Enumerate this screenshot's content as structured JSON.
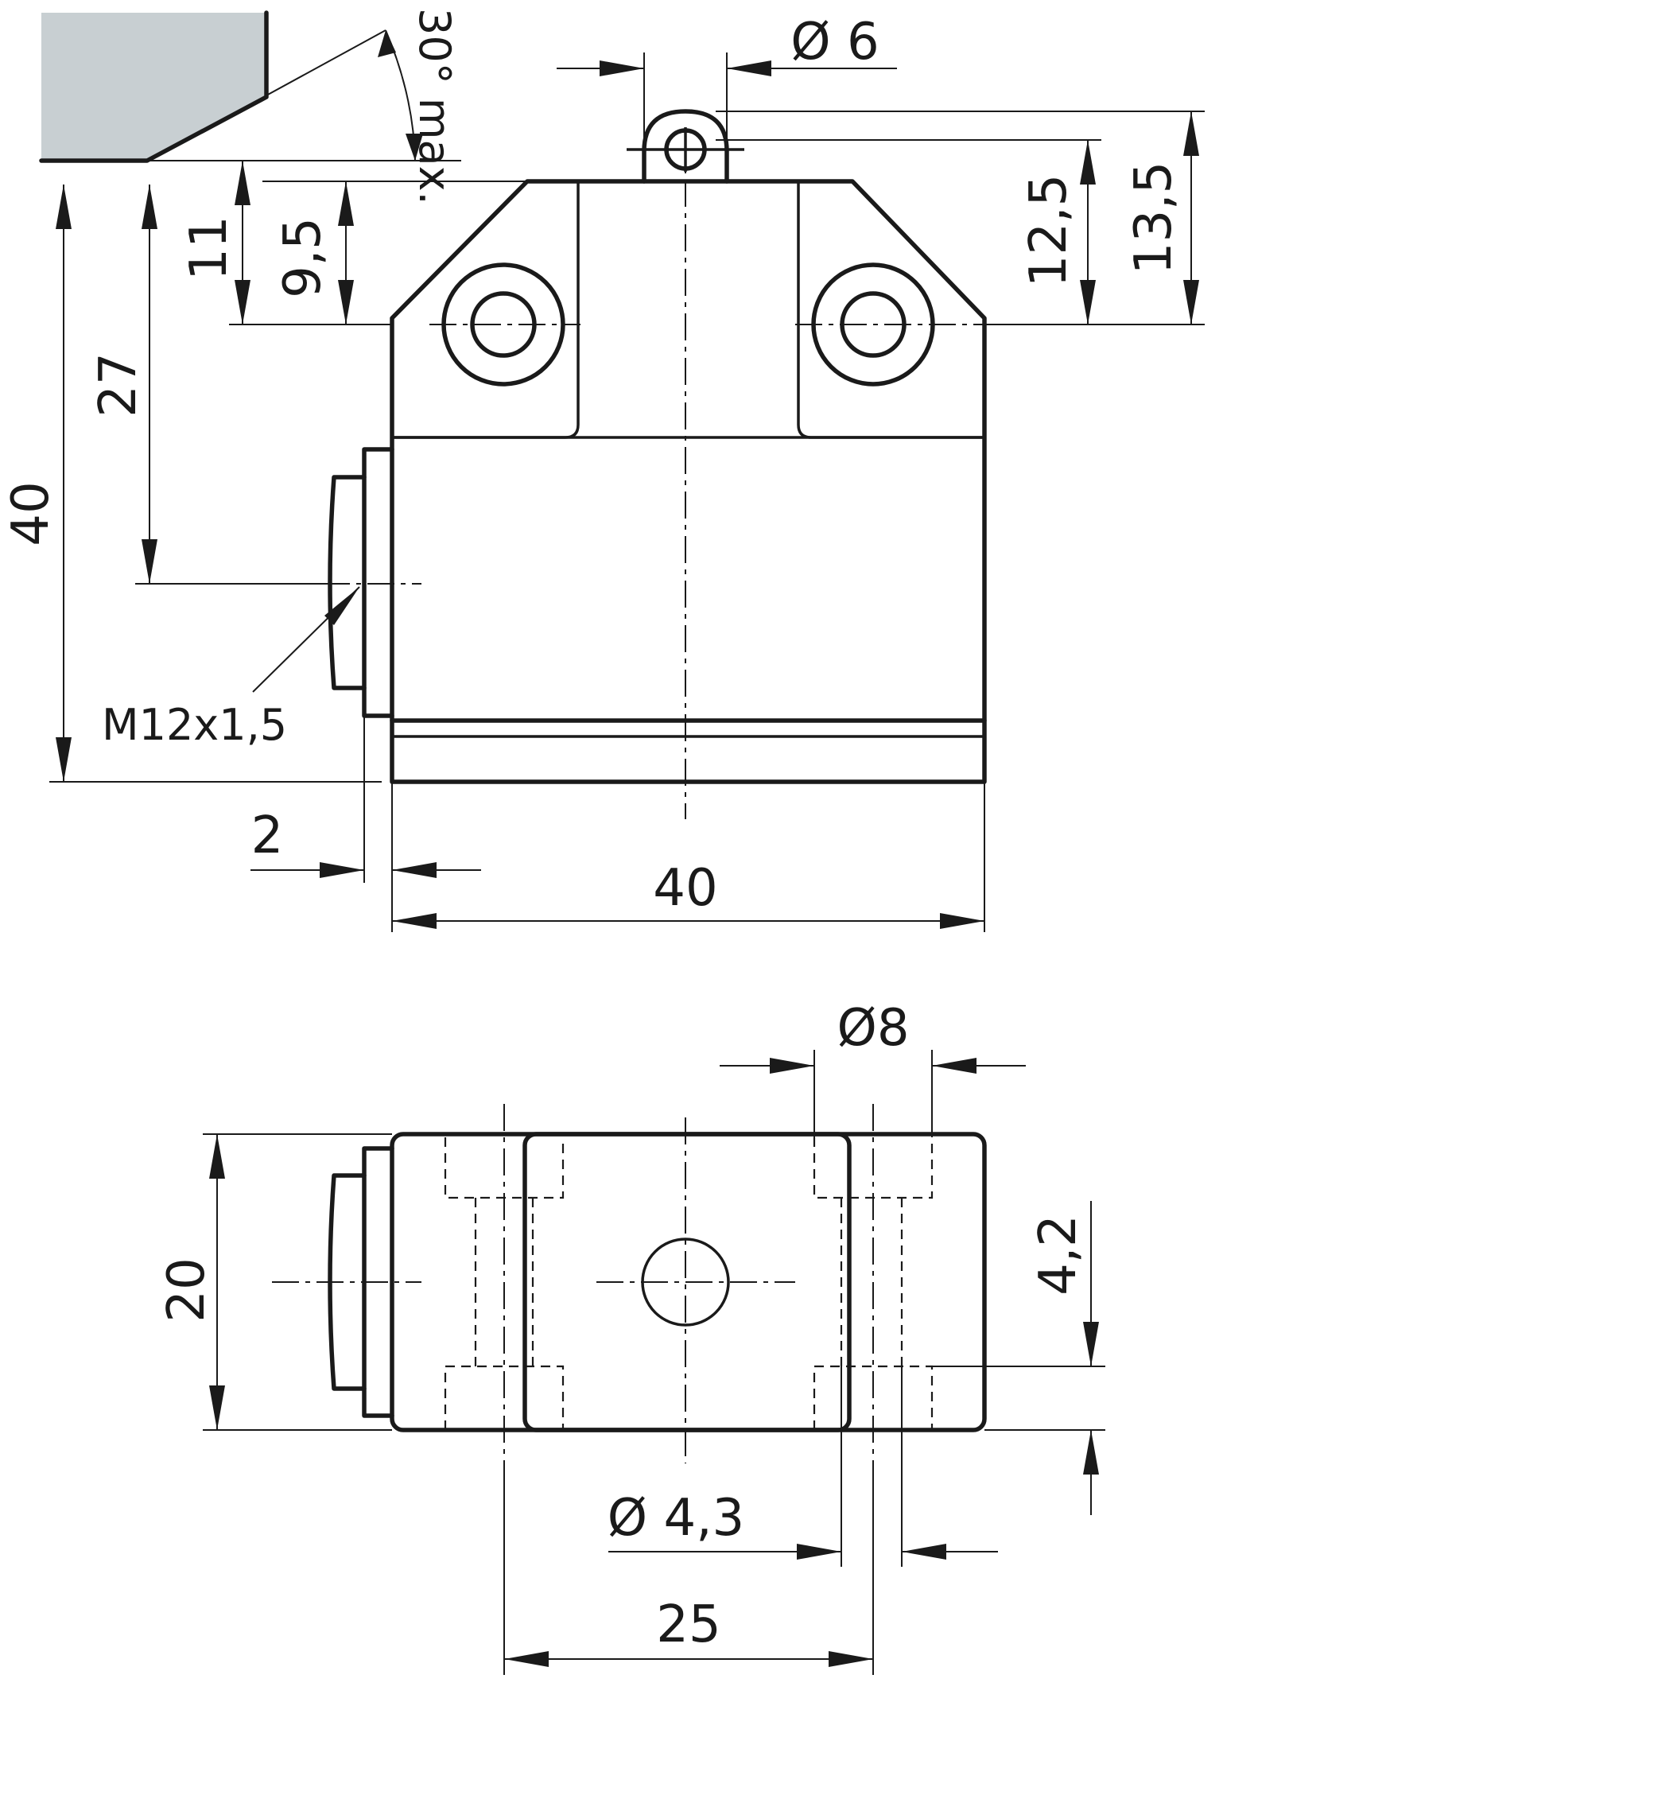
{
  "top_view": {
    "dims": {
      "d6": "Ø 6",
      "h13_5": "13,5",
      "h12_5": "12,5",
      "h11": "11",
      "h9_5": "9,5",
      "h27": "27",
      "h40": "40",
      "w40": "40",
      "w2": "2"
    },
    "thread": "M12x1,5",
    "angle": "30° max."
  },
  "bottom_view": {
    "dims": {
      "d8": "Ø8",
      "h20": "20",
      "h4_2": "4,2",
      "d4_3": "Ø 4,3",
      "w25": "25"
    }
  },
  "colors": {
    "line": "#1a1a1a",
    "cam_fill": "#c8cfd2"
  }
}
